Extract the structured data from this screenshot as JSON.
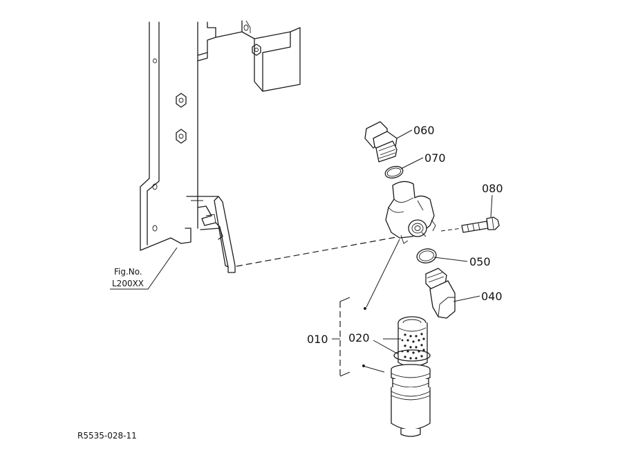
{
  "figure_ref": {
    "line1": "Fig.No.",
    "line2": "L200XX"
  },
  "drawing_number": "R5535-028-11",
  "callouts": [
    {
      "id": "010",
      "label": "010"
    },
    {
      "id": "020",
      "label": "020"
    },
    {
      "id": "040",
      "label": "040"
    },
    {
      "id": "050",
      "label": "050"
    },
    {
      "id": "060",
      "label": "060"
    },
    {
      "id": "070",
      "label": "070"
    },
    {
      "id": "080",
      "label": "080"
    }
  ]
}
